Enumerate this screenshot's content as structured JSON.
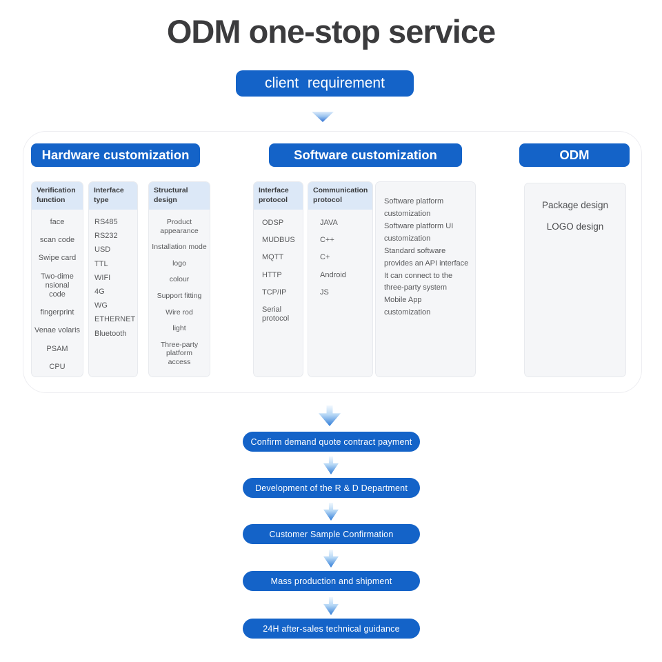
{
  "page": {
    "title": "ODM one-stop service"
  },
  "client_requirement": {
    "label": "client requirement"
  },
  "sections": [
    {
      "title": "Hardware customization",
      "columns": [
        {
          "header": "Verification function",
          "items": [
            "face",
            "scan code",
            "Swipe card",
            "Two-dime\nnsional\ncode",
            "fingerprint",
            "Venae volaris",
            "PSAM",
            "CPU"
          ]
        },
        {
          "header": "Interface type",
          "items": [
            "RS485",
            "RS232",
            "USD",
            "TTL",
            "WIFI",
            "4G",
            "WG",
            "ETHERNET",
            "Bluetooth"
          ]
        },
        {
          "header": "Structural design",
          "items": [
            "Product\nappearance",
            "Installation mode",
            "logo",
            "colour",
            "Support fitting",
            "Wire rod",
            "light",
            "Three-party\nplatform\naccess"
          ]
        }
      ]
    },
    {
      "title": "Software customization",
      "columns": [
        {
          "header": "Interface protocol",
          "items": [
            "ODSP",
            "MUDBUS",
            "MQTT",
            "HTTP",
            "TCP/IP",
            "Serial\nprotocol"
          ]
        },
        {
          "header": "Communication protocol",
          "items": [
            "JAVA",
            "C++",
            "C+",
            "Android",
            "JS"
          ]
        },
        {
          "header": "",
          "items": [
            "Software platform\ncustomization",
            "Software platform UI\ncustomization",
            "Standard software\nprovides an API interface",
            "It can connect to the\nthree-party system",
            "Mobile App\ncustomization"
          ]
        }
      ]
    },
    {
      "title": "ODM",
      "columns": [
        {
          "header": "",
          "items": [
            "Package design",
            "LOGO design"
          ]
        }
      ]
    }
  ],
  "process": {
    "steps": [
      "Confirm demand quote contract payment",
      "Development of the R & D Department",
      "Customer Sample Confirmation",
      "Mass production and shipment",
      "24H after-sales technical guidance"
    ]
  },
  "colors": {
    "accent_blue": "#1463c8",
    "card_header_bg": "#dce8f7",
    "card_bg": "#f5f6f8",
    "title_color": "#3b3b3d"
  }
}
